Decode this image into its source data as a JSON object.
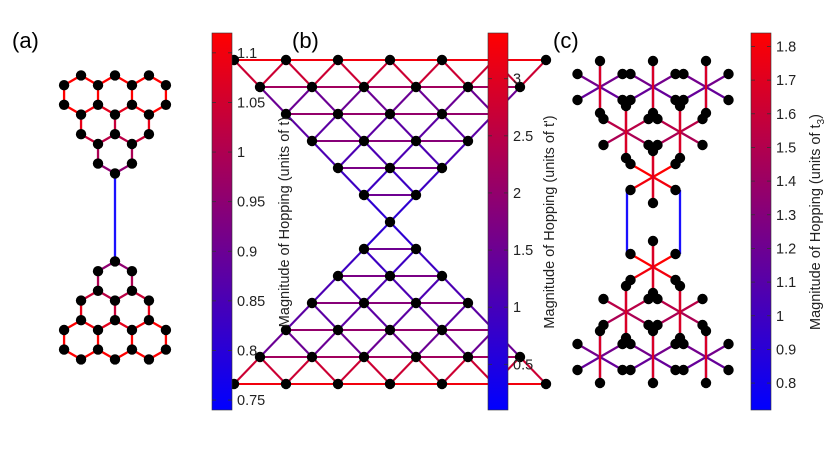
{
  "panels": [
    {
      "label": "(a)",
      "colorbar": {
        "min": 0.74,
        "max": 1.12,
        "ticks": [
          "0.75",
          "0.8",
          "0.85",
          "0.9",
          "0.95",
          "1",
          "1.05",
          "1.1"
        ],
        "tick_values": [
          0.75,
          0.8,
          0.85,
          0.9,
          0.95,
          1.0,
          1.05,
          1.1
        ],
        "label": "Magnitude of Hopping (units of t)"
      }
    },
    {
      "label": "(b)",
      "colorbar": {
        "min": 0.1,
        "max": 3.4,
        "ticks": [
          "0.5",
          "1",
          "1.5",
          "2",
          "2.5",
          "3"
        ],
        "tick_values": [
          0.5,
          1.0,
          1.5,
          2.0,
          2.5,
          3.0
        ],
        "label": "Magnitude of Hopping (units of t')"
      }
    },
    {
      "label": "(c)",
      "colorbar": {
        "min": 0.72,
        "max": 1.84,
        "ticks": [
          "0.8",
          "0.9",
          "1",
          "1.1",
          "1.2",
          "1.3",
          "1.4",
          "1.5",
          "1.6",
          "1.7",
          "1.8"
        ],
        "tick_values": [
          0.8,
          0.9,
          1.0,
          1.1,
          1.2,
          1.3,
          1.4,
          1.5,
          1.6,
          1.7,
          1.8
        ],
        "label_main": "Magnitude of Hopping (units of t",
        "label_sub": "3",
        "label_end": ")"
      }
    }
  ],
  "colors": {
    "low": "#0000ff",
    "high": "#ff0000",
    "site": "#000000"
  }
}
